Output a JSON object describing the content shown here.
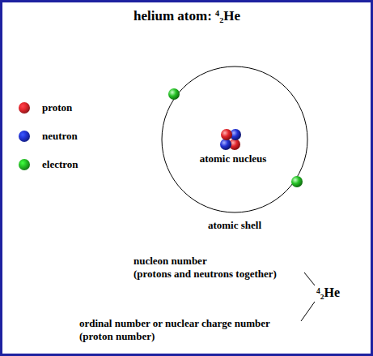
{
  "diagram": {
    "title": "helium atom: ⁴₂He",
    "labels": [
      "atomic nucleus",
      "atomic shell",
      "nucleon number",
      "(protons and neutrons together)",
      "⁴₂He",
      "ordinal number or nuclear charge number",
      "(proton number)"
    ],
    "legend": [
      {
        "text": "proton",
        "color": "#e3262c"
      },
      {
        "text": "neutron",
        "color": "#2233d6"
      },
      {
        "text": "electron",
        "color": "#26c326"
      }
    ]
  }
}
